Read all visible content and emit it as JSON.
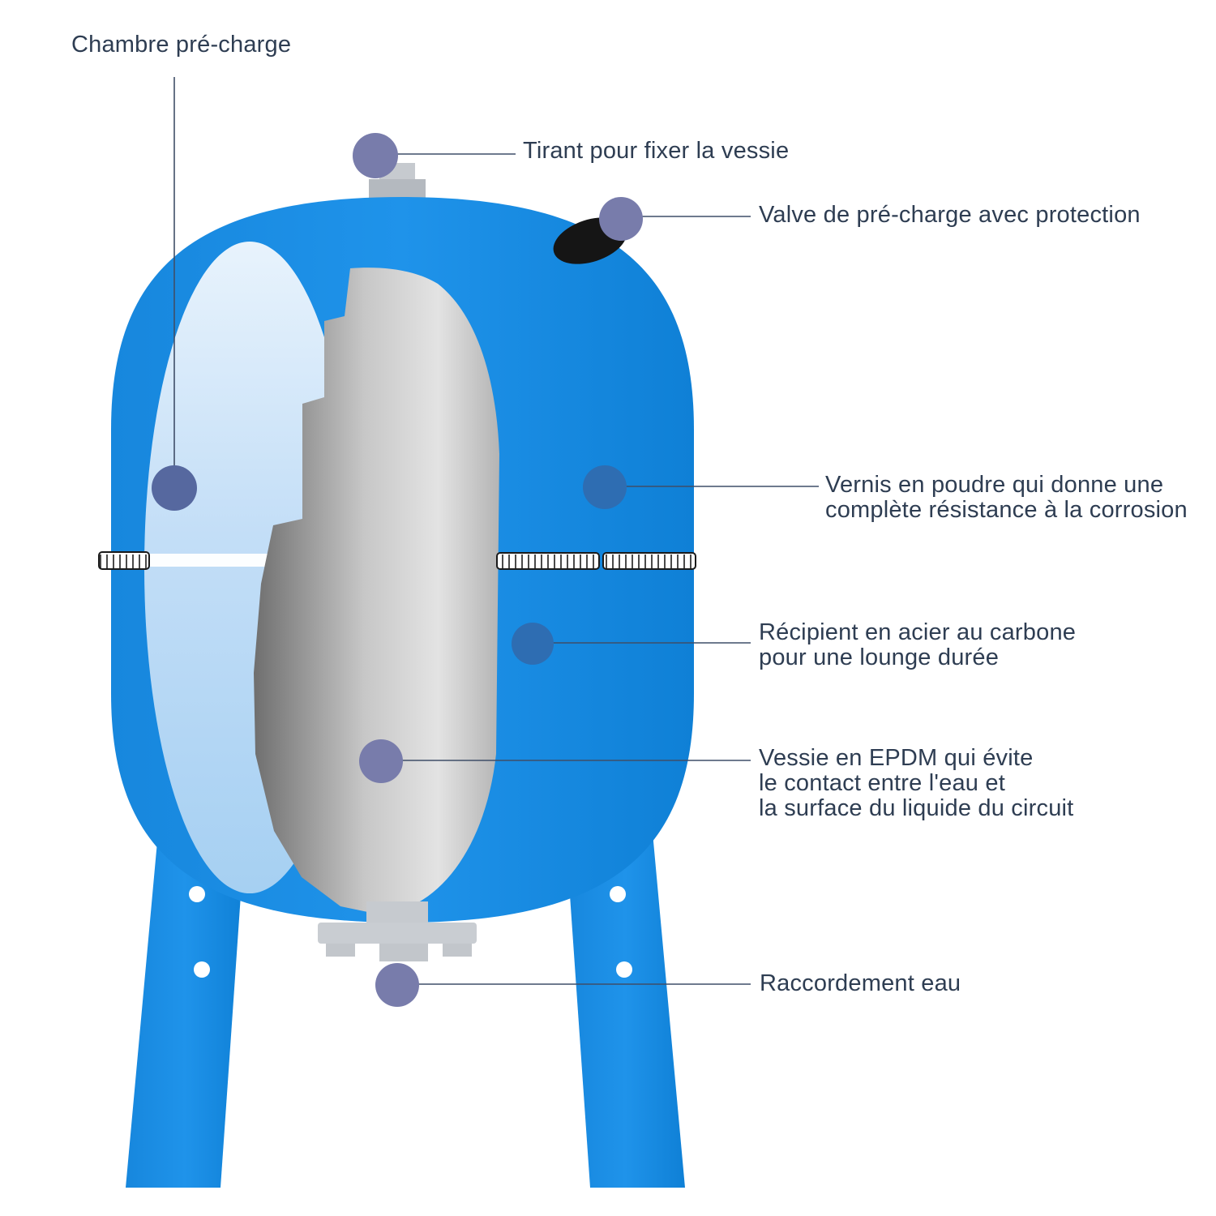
{
  "diagram": {
    "subject": "Cutaway diagram of a vertical bladder pressure tank (expansion vessel)",
    "colors": {
      "tank_blue": "#1b8ce4",
      "tank_blue_dark": "#0f7fd4",
      "interior_light_blue_top": "#e8f3fc",
      "interior_light_blue_bottom": "#a6d0f2",
      "bladder_gray_dark": "#6f6f6f",
      "bladder_gray_light": "#e3e3e3",
      "dot_purple": "#787cab",
      "dot_blue": "#2e6db2",
      "dot_slate": "#56689f",
      "fitting_gray": "#bfc3c8",
      "valve_black": "#151515",
      "label_text": "#2e3d52",
      "line": "#3f4e68"
    },
    "labels": {
      "chambre": {
        "text": "Chambre pré-charge"
      },
      "tirant": {
        "text": "Tirant pour fixer la vessie"
      },
      "valve": {
        "text": "Valve de pré-charge avec protection"
      },
      "vernis": {
        "line1": "Vernis en poudre qui donne une",
        "line2": "complète résistance à la corrosion"
      },
      "recipient": {
        "line1": "Récipient en acier au carbone",
        "line2": "pour une lounge durée"
      },
      "vessie": {
        "line1": "Vessie en EPDM qui évite",
        "line2": "le contact entre l'eau et",
        "line3": "la surface du liquide du circuit"
      },
      "raccordement": {
        "text": "Raccordement eau"
      }
    }
  }
}
